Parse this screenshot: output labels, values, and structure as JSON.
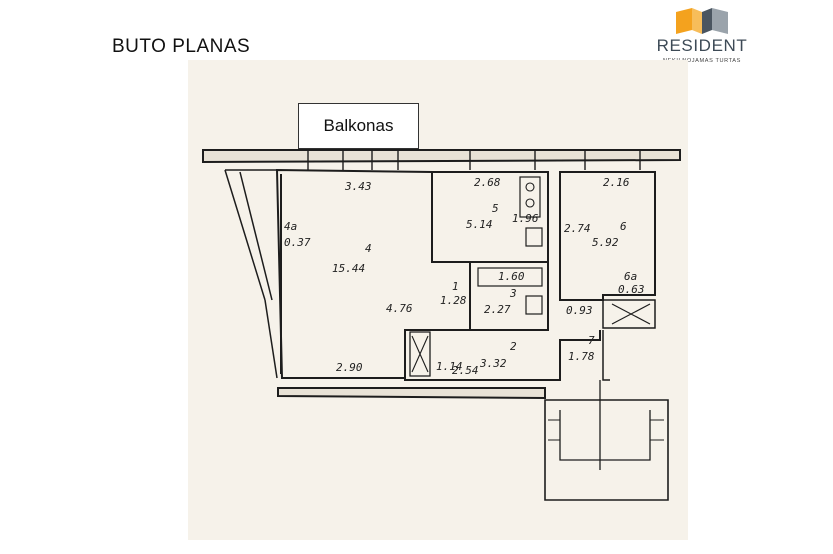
{
  "title": "BUTO PLANAS",
  "logo": {
    "name": "RESIDENT",
    "subtitle": "NEKILNOJAMAS TURTAS",
    "colors": {
      "orange": "#f4a21e",
      "dark": "#4a5560",
      "gray": "#9aa3ab"
    }
  },
  "balcony_label": "Balkonas",
  "plan_labels": {
    "dim_343": "3.43",
    "dim_268": "2.68",
    "dim_216": "2.16",
    "room_4a": "4a",
    "area_037": "0.37",
    "room_5": "5",
    "area_514": "5.14",
    "dim_196": "1.96",
    "dim_274": "2.74",
    "room_6": "6",
    "area_592": "5.92",
    "room_4": "4",
    "area_1544": "15.44",
    "dim_160": "1.60",
    "room_6a": "6a",
    "area_063": "0.63",
    "dim_476": "4.76",
    "room_1": "1",
    "area_128": "1.28",
    "room_3": "3",
    "area_227": "2.27",
    "dim_093": "0.93",
    "room_2": "2",
    "area_332": "3.32",
    "dim_114": "1.14",
    "dim_254": "2.54",
    "room_7": "7",
    "area_178": "1.78",
    "dim_290": "2.90"
  }
}
